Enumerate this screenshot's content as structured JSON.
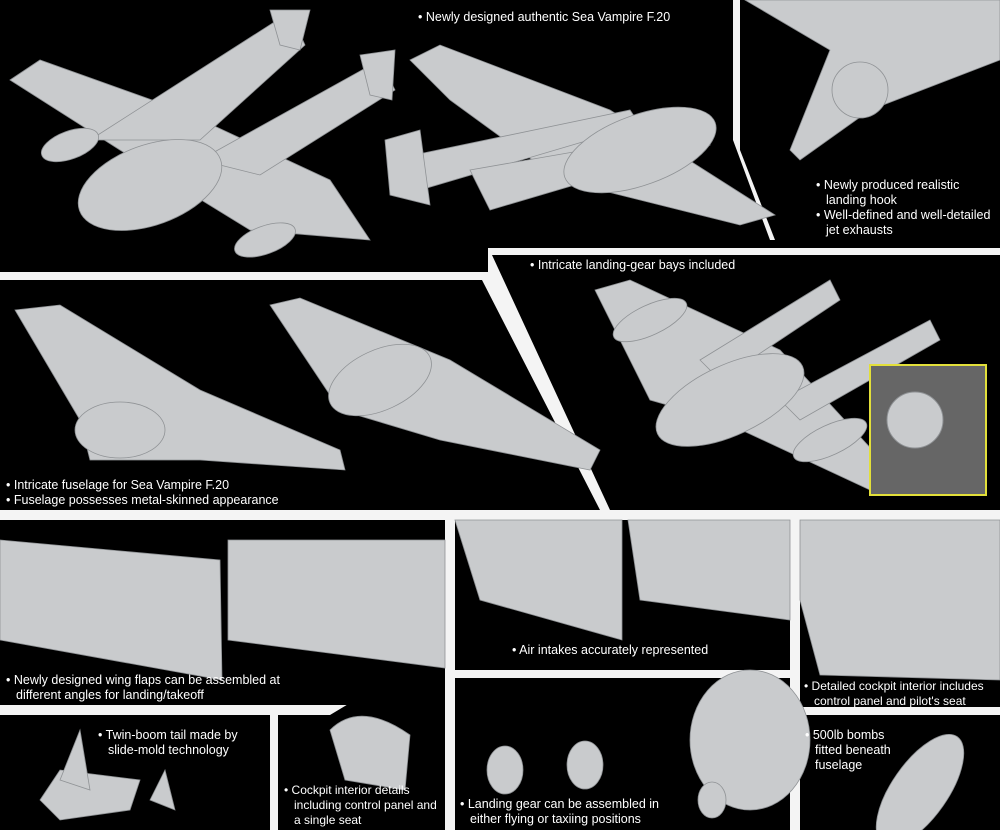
{
  "captions": {
    "authentic": "Newly designed authentic Sea Vampire F.20",
    "hook": "Newly produced realistic landing hook",
    "exhaust": "Well-defined and well-detailed jet exhausts",
    "bays": "Intricate landing-gear bays included",
    "fuselage1": "Intricate fuselage for Sea Vampire F.20",
    "fuselage2": "Fuselage possesses metal-skinned appearance",
    "flaps": "Newly designed wing flaps can be assembled at different angles for landing/takeoff",
    "intakes": "Air intakes accurately represented",
    "cockpit_detail": "Detailed cockpit interior includes control panel and pilot's seat",
    "tail": "Twin-boom tail made by slide-mold technology",
    "cockpit_interior": "Cockpit interior details including control panel and a single seat",
    "gear": "Landing gear can be assembled in either flying or taxiing positions",
    "bombs": "500lb bombs fitted beneath fuselage"
  },
  "colors": {
    "panel": "#000000",
    "divider": "#f4f4f4",
    "model": "#c9cbcd",
    "highlight": "#e2df3a"
  }
}
